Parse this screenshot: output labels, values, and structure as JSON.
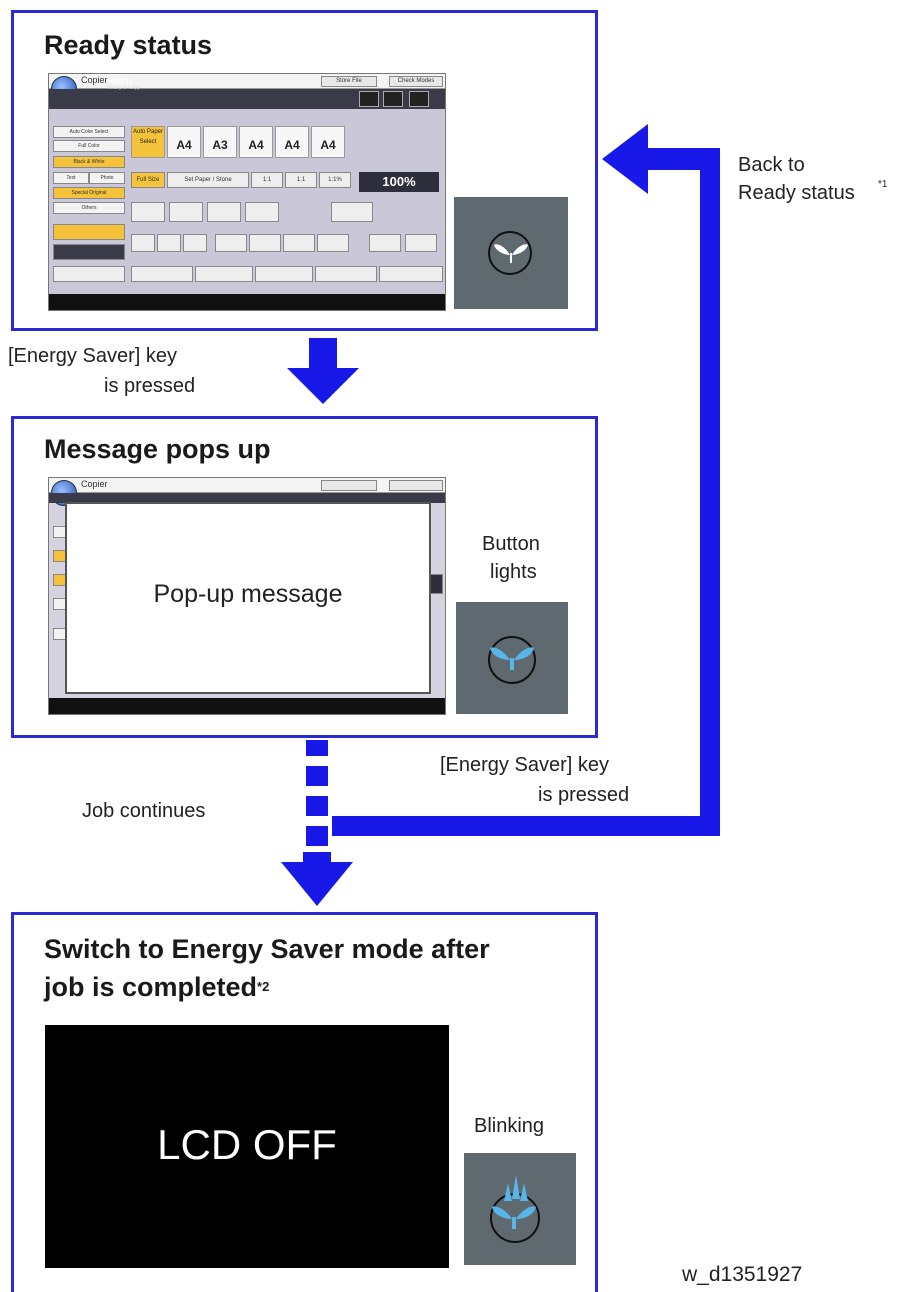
{
  "panels": {
    "ready": {
      "title": "Ready status",
      "screen": {
        "app_name": "Copier",
        "btn_1": "Store File",
        "btn_2": "Check Modes",
        "status": "Ready",
        "status_sub": "Ready to Copy",
        "side_buttons": [
          "Auto Color Select",
          "Full Color",
          "Black & White",
          "Text",
          "Photo",
          "Special Original",
          "Others"
        ],
        "papers": [
          "A4",
          "A3",
          "A4",
          "A4",
          "A4"
        ],
        "auto_paper": "Auto Paper Select",
        "row2": [
          "Full Size",
          "Set Paper / Stone",
          "1:1",
          "1:1",
          "1:1%"
        ],
        "ratio": "100%"
      }
    },
    "popup": {
      "title": "Message pops up",
      "app_name": "Copier",
      "message": "Pop-up message",
      "button_caption_1": "Button",
      "button_caption_2": "lights"
    },
    "energy": {
      "title_line1": "Switch to Energy Saver mode after",
      "title_line2": "job is completed",
      "title_note": "*2",
      "lcd_text": "LCD OFF",
      "button_caption": "Blinking"
    }
  },
  "flow": {
    "key_pressed_1_line1": "[Energy Saver] key",
    "key_pressed_1_line2": "is pressed",
    "key_pressed_2_line1": "[Energy Saver] key",
    "key_pressed_2_line2": "is pressed",
    "job_continues": "Job continues",
    "back_line1": "Back to",
    "back_line2": "Ready status",
    "back_note": "*1"
  },
  "figure_id": "w_d1351927",
  "colors": {
    "arrow_blue": "#1818e8",
    "panel_border": "#2a2ad0",
    "button_tile": "#5f6970",
    "energy_blue": "#5ab4e8"
  }
}
